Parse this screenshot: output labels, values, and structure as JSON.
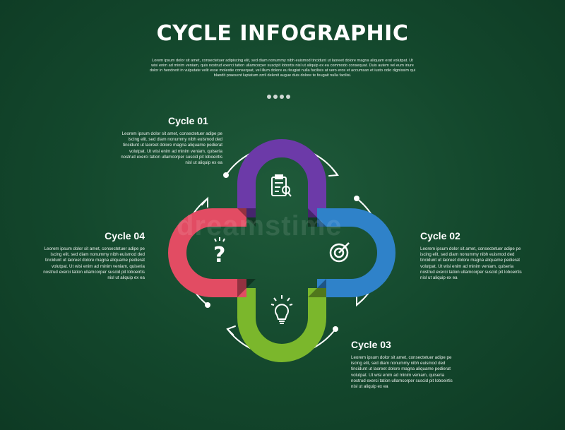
{
  "header": {
    "title": "CYCLE INFOGRAPHIC",
    "subtitle": "Lorem ipsum dolor sit amet, consectetuer adipiscing elit, sed diam nonummy nibh euismod tincidunt ut laoreet dolore magna aliquam erat volutpat. Ut wisi enim ad minim veniam, quis nostrud exerci tation ullamcorper suscipit lobortis nisl ut aliquip ex ea commodo consequat. Duis autem vel eum iriure dolor in hendrerit in vulputate velit esse molestie consequat, vel illum dolore eu feugiat nulla facilisis at vero eros et accumsan et iusto odio dignissim qui blandit praesent luptatum zzril delenit augue duis dolore te feugait nulla facilisi."
  },
  "cycles": [
    {
      "title": "Cycle 01",
      "text": "Leorem ipsum dolor sit amet, consectetuer adipe pe iscing elit, sed diam nonummy nibh euismod ded tincidunt ut laoreet dolore magna aliquame pedierat volutpat. Ut wisi enim ad minim veniam, quiseria nostrud exerci tation ullamcorper suscid pit loboeirtis nisl ut aliquip ex ea",
      "icon": "clipboard-search-icon",
      "color": "#6c3aa8"
    },
    {
      "title": "Cycle 02",
      "text": "Leorem ipsum dolor sit amet, consectetuer adipe pe iscing elit, sed diam nonummy nibh euismod ded tincidunt ut laoreet dolore magna aliquame pedierat volutpat. Ut wisi enim ad minim veniam, quiseria nostrud exerci tation ullamcorper suscid pit loboeirtis nisl ut aliquip ex ea",
      "icon": "target-icon",
      "color": "#2f82c9"
    },
    {
      "title": "Cycle 03",
      "text": "Leorem ipsum dolor sit amet, consectetuer adipe pe iscing elit, sed diam nonummy nibh euismod ded tincidunt ut laoreet dolore magna aliquame pedierat volutpat. Ut wisi enim ad minim veniam, quiseria nostrud exerci tation ullamcorper suscid pit loboeirtis nisl ut aliquip ex ea",
      "icon": "lightbulb-icon",
      "color": "#7bb72c"
    },
    {
      "title": "Cycle 04",
      "text": "Leorem ipsum dolor sit amet, consectetuer adipe pe iscing elit, sed diam nonummy nibh euismod ded tincidunt ut laoreet dolore magna aliquame pedierat volutpat. Ut wisi enim ad minim veniam, quiseria nostrud exerci tation ullamcorper suscid pit loboeirtis nisl ut aliquip ex ea",
      "icon": "question-icon",
      "color": "#e24c63"
    }
  ],
  "watermark": "dreamstime"
}
